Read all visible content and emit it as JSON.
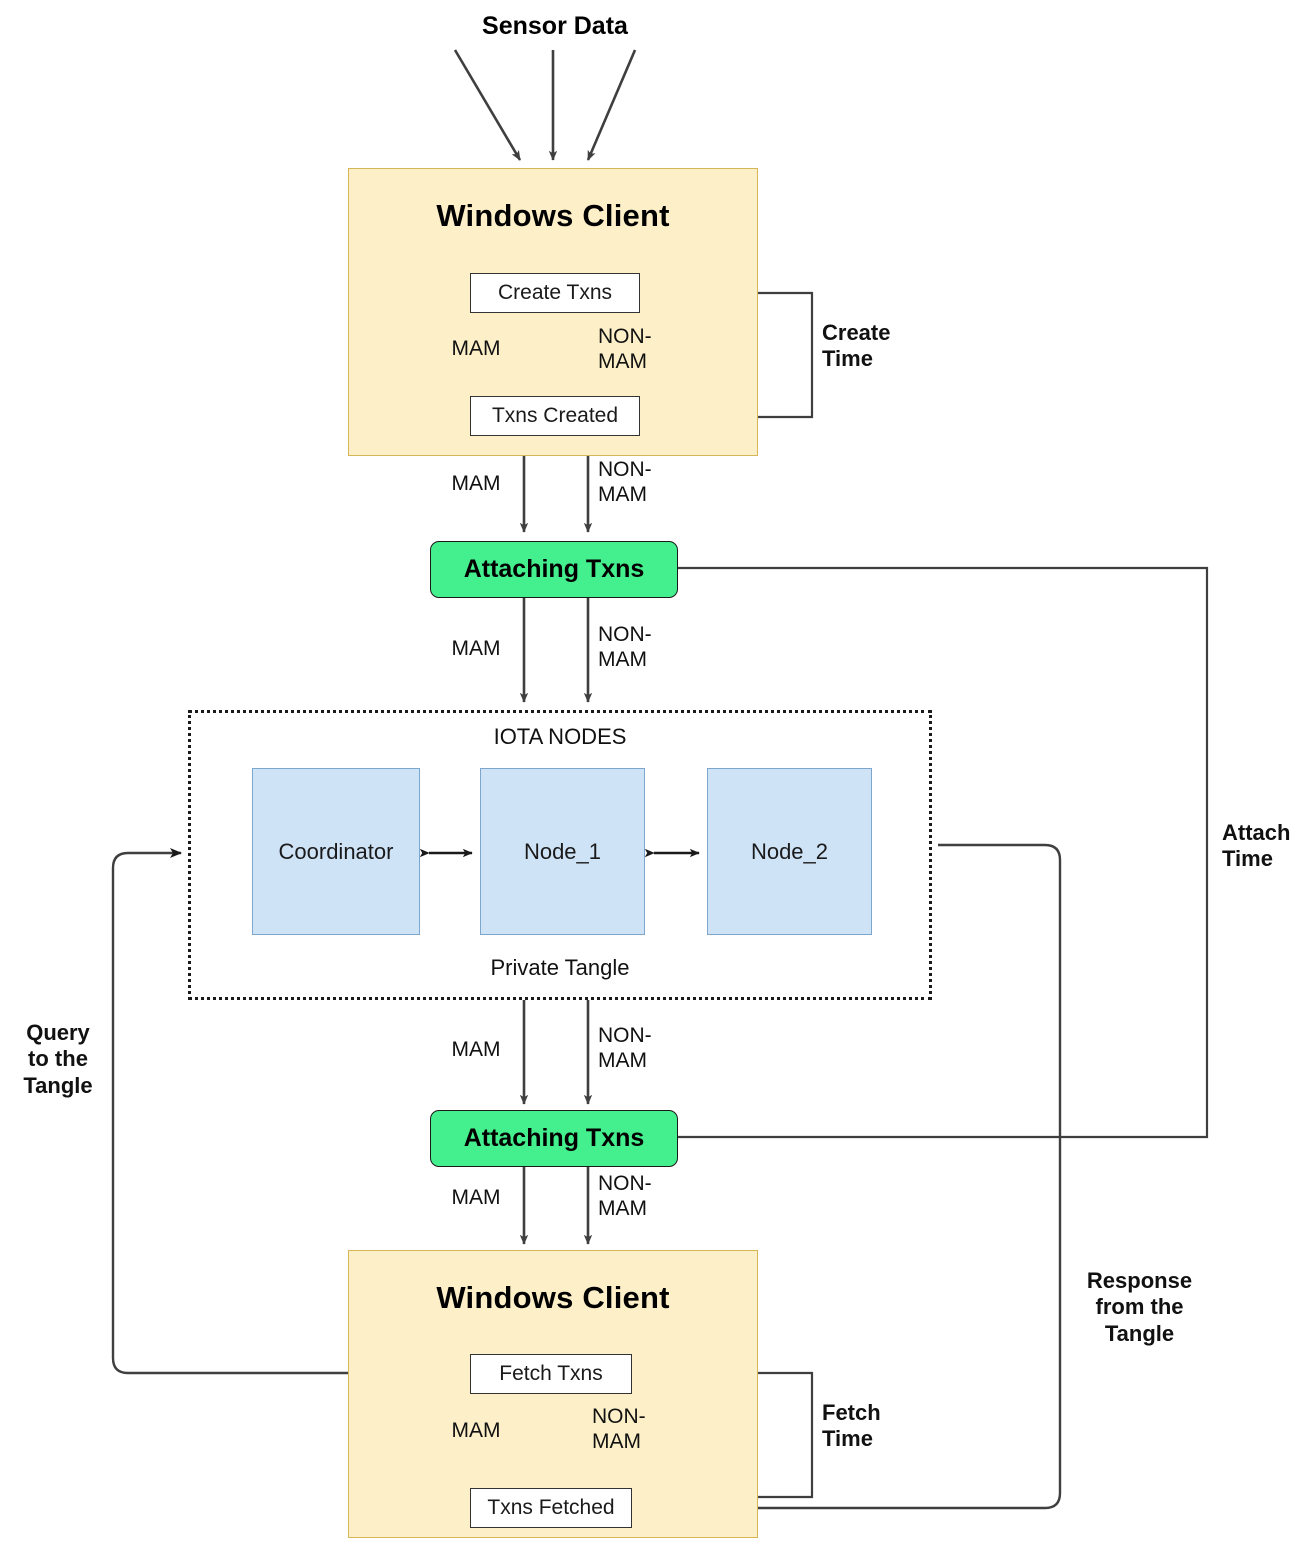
{
  "diagram": {
    "title": "IOTA Private Tangle transaction flow",
    "colors": {
      "client_fill": "#fdf0c8",
      "client_stroke": "#d6b656",
      "attach_fill": "#44ef8e",
      "attach_stroke": "#1a1a1a",
      "node_fill": "#cfe3f7",
      "node_stroke": "#7ea6cc",
      "edge": "#3f3f3f",
      "text": "#111111"
    }
  },
  "source": {
    "label": "Sensor Data"
  },
  "client_top": {
    "title": "Windows Client",
    "create": "Create Txns",
    "created": "Txns Created"
  },
  "client_bottom": {
    "title": "Windows Client",
    "fetch": "Fetch Txns",
    "fetched": "Txns Fetched"
  },
  "attach_top": {
    "label": "Attaching Txns"
  },
  "attach_bottom": {
    "label": "Attaching Txns"
  },
  "tangle": {
    "header": "IOTA NODES",
    "footer": "Private Tangle",
    "nodes": [
      {
        "label": "Coordinator"
      },
      {
        "label": "Node_1"
      },
      {
        "label": "Node_2"
      }
    ]
  },
  "edge_labels": {
    "mam": "MAM",
    "non_mam": "NON-\nMAM",
    "create_time": "Create\nTime",
    "attach_time": "Attach\nTime",
    "fetch_time": "Fetch\nTime",
    "query_to_tangle": "Query\nto the\nTangle",
    "response_from_tangle": "Response\nfrom the\nTangle"
  },
  "flow_edges": [
    {
      "from": "Sensor Data",
      "to": "Windows Client (top)",
      "count": 3
    },
    {
      "from": "Create Txns",
      "to": "Txns Created",
      "labels": [
        "MAM",
        "NON-MAM"
      ]
    },
    {
      "from": "Txns Created",
      "to": "Attaching Txns (top)",
      "labels": [
        "MAM",
        "NON-MAM"
      ]
    },
    {
      "from": "Attaching Txns (top)",
      "to": "IOTA NODES",
      "labels": [
        "MAM",
        "NON-MAM"
      ]
    },
    {
      "from": "IOTA NODES",
      "to": "Attaching Txns (bottom)",
      "labels": [
        "MAM",
        "NON-MAM"
      ]
    },
    {
      "from": "Attaching Txns (bottom)",
      "to": "Windows Client (bottom)",
      "labels": [
        "MAM",
        "NON-MAM"
      ]
    },
    {
      "from": "Fetch Txns",
      "to": "Txns Fetched",
      "labels": [
        "MAM",
        "NON-MAM"
      ]
    },
    {
      "from": "Coordinator",
      "to": "Node_1",
      "bidirectional": true
    },
    {
      "from": "Node_1",
      "to": "Node_2",
      "bidirectional": true
    },
    {
      "from": "Create Txns",
      "to": "Txns Created",
      "bracket": "Create Time"
    },
    {
      "from": "Attaching Txns (top)",
      "to": "Attaching Txns (bottom)",
      "bracket": "Attach Time"
    },
    {
      "from": "Fetch Txns",
      "to": "Txns Fetched",
      "bracket": "Fetch Time"
    },
    {
      "from": "Fetch Txns",
      "to": "IOTA NODES",
      "bracket": "Query to the Tangle"
    },
    {
      "from": "IOTA NODES",
      "to": "Txns Fetched",
      "bracket": "Response from the Tangle"
    }
  ]
}
